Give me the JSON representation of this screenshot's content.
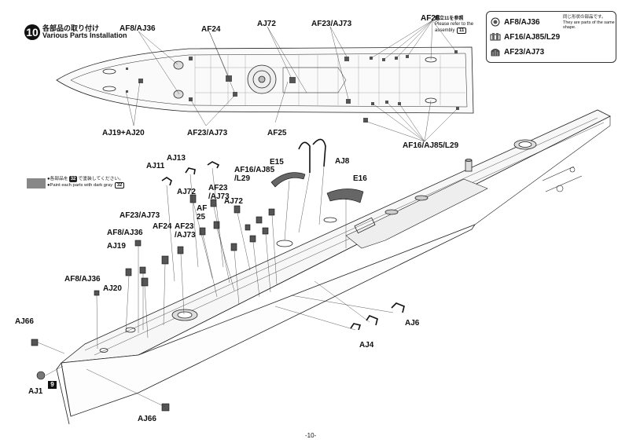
{
  "step": {
    "number": "10",
    "title_jp": "各部品の取り付け",
    "title_en": "Various Parts Installation"
  },
  "reference": {
    "chip": "11",
    "text_jp": "組立11を参照",
    "text_en_1": "Please refer to the",
    "text_en_2": "assembly",
    "text_en_chip": "11"
  },
  "legend": {
    "note_jp": "同じ形状の部品です。",
    "note_en": "They are parts of the same shape.",
    "items": [
      {
        "code": "AF8/AJ36",
        "icon": "round-fitting-icon"
      },
      {
        "code": "AF16/AJ85/L29",
        "icon": "bollard-icon"
      },
      {
        "code": "AF23/AJ73",
        "icon": "vent-icon"
      }
    ]
  },
  "paint_note": {
    "text_jp_prefix": "●各部品を",
    "text_jp_chip": "32",
    "text_jp_suffix": "で塗装してください。",
    "text_en_prefix": "●Paint each parts with dark gray",
    "text_en_chip": "32",
    "swatch_color": "#888888"
  },
  "top_labels": {
    "af8_aj36": "AF8/AJ36",
    "af24": "AF24",
    "aj72": "AJ72",
    "af23_aj73_top": "AF23/AJ73",
    "af28": "AF28",
    "aj19_aj20": "AJ19+AJ20",
    "af23_aj73_bottom": "AF23/AJ73",
    "af25": "AF25",
    "af16_aj85_l29": "AF16/AJ85/L29"
  },
  "main_labels": {
    "aj13": "AJ13",
    "aj11": "AJ11",
    "aj8": "AJ8",
    "e15": "E15",
    "e16": "E16",
    "af16_aj85_a": "AF16/AJ85",
    "af16_aj85_b": "/L29",
    "aj72_a": "AJ72",
    "af23_aj73_a1": "AF23",
    "af23_aj73_a2": "/AJ73",
    "aj72_b": "AJ72",
    "af25_a": "AF",
    "af25_b": "25",
    "af23_aj73_b": "AF23/AJ73",
    "af24": "AF24",
    "af23_aj73_c1": "AF23",
    "af23_aj73_c2": "/AJ73",
    "af8_aj36_a": "AF8/AJ36",
    "aj19": "AJ19",
    "aj20": "AJ20",
    "af8_aj36_b": "AF8/AJ36",
    "aj66_a": "AJ66",
    "aj1": "AJ1",
    "badge": "9",
    "aj66_b": "AJ66",
    "aj6": "AJ6",
    "aj4": "AJ4"
  },
  "page_number": "-10-"
}
